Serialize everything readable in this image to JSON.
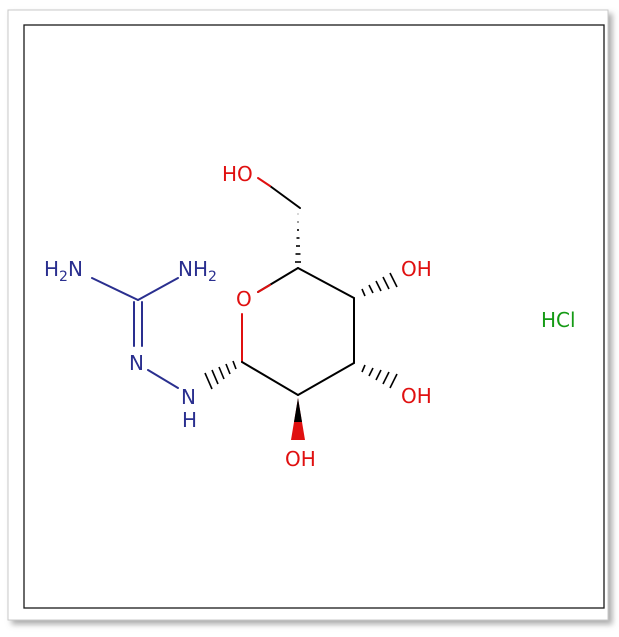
{
  "molecule": {
    "labels": {
      "ho_top": "HO",
      "oh_right_upper": "OH",
      "oh_right_lower": "OH",
      "oh_bottom": "OH",
      "ring_oxygen": "O",
      "h2n_left": "H",
      "h2n_left_sub": "2",
      "h2n_left_n": "N",
      "nh2_right_n": "NH",
      "nh2_right_sub": "2",
      "imine_n": "N",
      "amine_n": "N",
      "amine_h": "H",
      "salt": "HCl"
    },
    "colors": {
      "bond": "#000000",
      "oxygen": "#e01010",
      "nitrogen": "#2a2f8f",
      "chlorine": "#159a15",
      "frame": "#1a1a1a",
      "stereo_wedge": "#e01010"
    }
  }
}
